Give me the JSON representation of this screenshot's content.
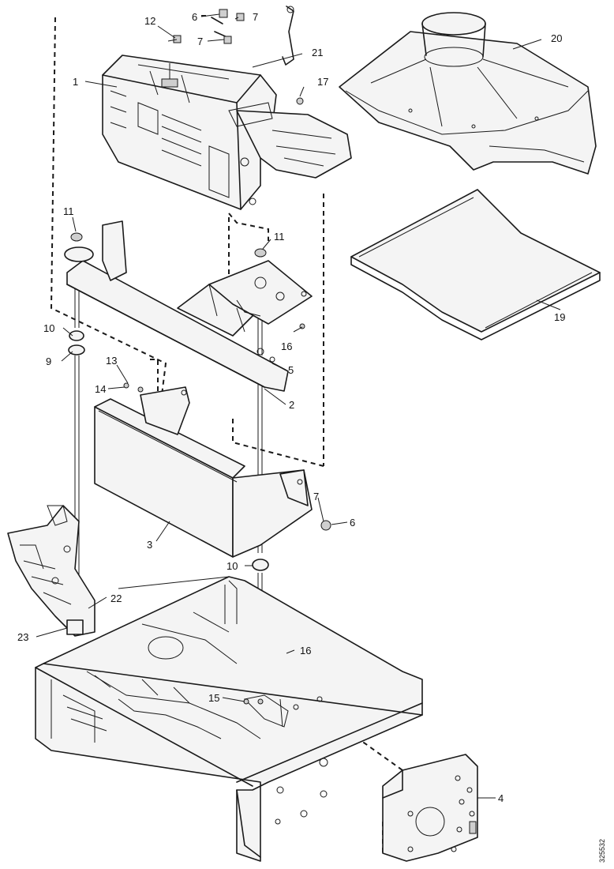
{
  "callouts": {
    "c1": "1",
    "c2": "2",
    "c3": "3",
    "c4": "4",
    "c5": "5",
    "c6a": "6",
    "c6b": "6",
    "c7a": "7",
    "c7b": "7",
    "c7c": "7",
    "c9": "9",
    "c10a": "10",
    "c10b": "10",
    "c11a": "11",
    "c11b": "11",
    "c12": "12",
    "c13": "13",
    "c14": "14",
    "c15": "15",
    "c16a": "16",
    "c16b": "16",
    "c17": "17",
    "c19": "19",
    "c20": "20",
    "c21": "21",
    "c22": "22",
    "c23": "23"
  },
  "reference_code": "325532"
}
